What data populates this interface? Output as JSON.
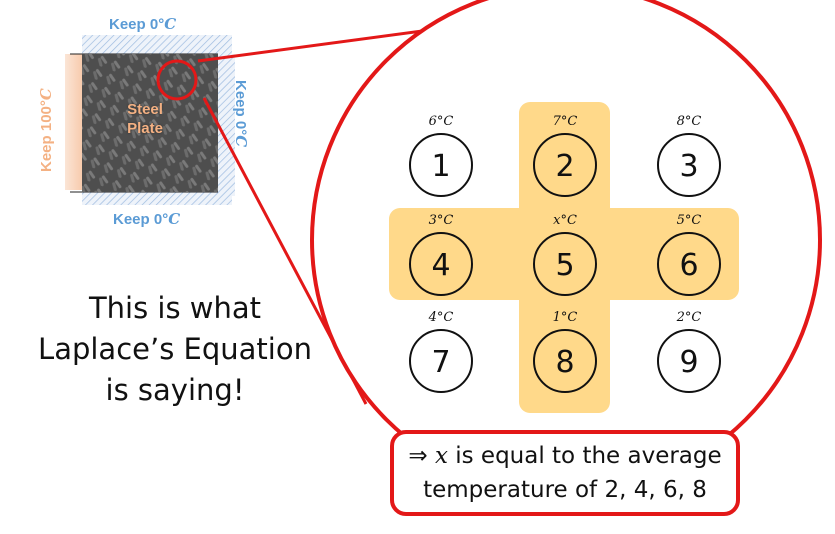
{
  "plate": {
    "top_label": "Keep 0°",
    "bottom_label": "Keep 0°",
    "right_label": "Keep 0°",
    "left_label": "Keep 100°",
    "unit": "C",
    "text_line1": "Steel",
    "text_line2": "Plate",
    "colors": {
      "cold": "#5b9bd5",
      "hot": "#f4b183",
      "plate": "#5a5a5a"
    }
  },
  "caption": {
    "line1": "This is what",
    "line2": "Laplace’s Equation",
    "line3": "is saying!"
  },
  "grid": {
    "nodes": [
      {
        "num": "1",
        "temp": "6°",
        "highlight": false
      },
      {
        "num": "2",
        "temp": "7°",
        "highlight": true
      },
      {
        "num": "3",
        "temp": "8°",
        "highlight": false
      },
      {
        "num": "4",
        "temp": "3°",
        "highlight": true
      },
      {
        "num": "5",
        "temp": "x°",
        "highlight": true
      },
      {
        "num": "6",
        "temp": "5°",
        "highlight": true
      },
      {
        "num": "7",
        "temp": "4°",
        "highlight": false
      },
      {
        "num": "8",
        "temp": "1°",
        "highlight": true
      },
      {
        "num": "9",
        "temp": "2°",
        "highlight": false
      }
    ],
    "unit": "C",
    "colors": {
      "highlight": "#ffd98a",
      "zoom": "#e31818"
    }
  },
  "result": {
    "symbol": "⇒",
    "variable": "x",
    "line1_rest": " is equal to the average",
    "line2": "temperature of 2, 4, 6, 8"
  }
}
